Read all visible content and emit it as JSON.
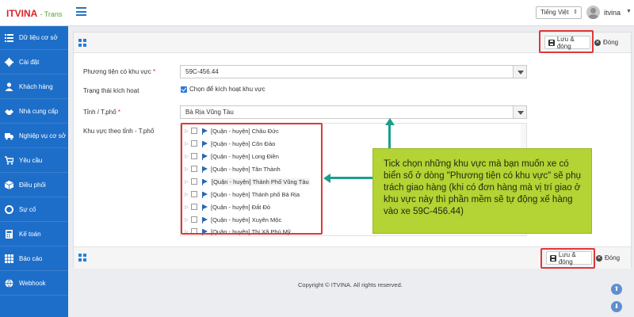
{
  "header": {
    "logo_brand": "ITVINA",
    "logo_suffix": "- Trans",
    "language": "Tiếng Việt",
    "username": "itvina"
  },
  "sidebar": {
    "items": [
      {
        "label": "Dữ liệu cơ sở",
        "icon": "list-icon"
      },
      {
        "label": "Cài đặt",
        "icon": "gear-icon"
      },
      {
        "label": "Khách hàng",
        "icon": "user-icon"
      },
      {
        "label": "Nhà cung cấp",
        "icon": "handshake-icon"
      },
      {
        "label": "Nghiệp vụ cơ sở",
        "icon": "truck-icon"
      },
      {
        "label": "Yêu cầu",
        "icon": "cart-icon"
      },
      {
        "label": "Điều phối",
        "icon": "cube-icon"
      },
      {
        "label": "Sự cố",
        "icon": "life-ring-icon"
      },
      {
        "label": "Kế toán",
        "icon": "calculator-icon"
      },
      {
        "label": "Báo cáo",
        "icon": "table-icon"
      },
      {
        "label": "Webhook",
        "icon": "globe-icon"
      }
    ]
  },
  "toolbar": {
    "save_close_label": "Lưu & đóng",
    "close_label": "Đóng"
  },
  "form": {
    "vehicle_label": "Phương tiện có khu vực",
    "vehicle_value": "59C-456.44",
    "status_label": "Trạng thái kích hoạt",
    "status_checkbox_label": "Chọn để kích hoạt khu vực",
    "province_label": "Tỉnh / T.phố",
    "province_value": "Bà Rịa Vũng Tàu",
    "area_label": "Khu vực theo tỉnh - T.phố",
    "required_mark": "*"
  },
  "tree": {
    "items": [
      "[Quận - huyện] Châu Đức",
      "[Quận - huyện] Côn Đảo",
      "[Quận - huyện] Long Điền",
      "[Quận - huyện] Tân Thành",
      "[Quận - huyện] Thành Phố Vũng Tàu",
      "[Quận - huyện] Thành phố Bà Rịa",
      "[Quận - huyện] Đất Đỏ",
      "[Quận - huyện] Xuyên Mộc",
      "[Quận - huyện] Thị Xã Phú Mỹ"
    ]
  },
  "callout": {
    "text": "Tick chọn những khu vực mà bạn muốn xe có biển số ở dòng \"Phương tiện có khu vực\" sẽ phụ trách giao hàng (khi có đơn hàng mà vị trí giao ở khu vực này thì phần mềm sẽ tự động xế hàng vào xe 59C-456.44)"
  },
  "footer": {
    "copyright": "Copyright © ITVINA. All rights reserved."
  },
  "colors": {
    "sidebar": "#1d6ec9",
    "callout": "#b4d334",
    "highlight_frame": "#e03838",
    "arrow": "#1a9e8e"
  }
}
